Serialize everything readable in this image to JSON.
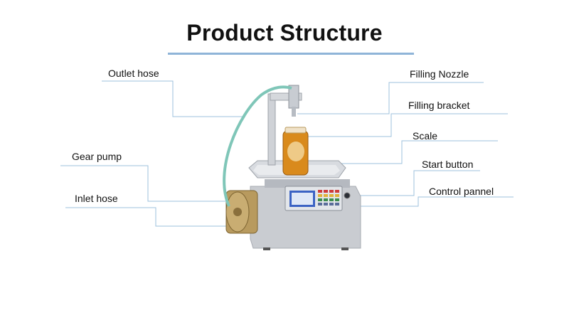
{
  "title": "Product Structure",
  "labels": {
    "outlet_hose": "Outlet hose",
    "gear_pump": "Gear pump",
    "inlet_hose": "Inlet hose",
    "filling_nozzle": "Filling Nozzle",
    "filling_bracket": "Filling bracket",
    "scale": "Scale",
    "start_button": "Start button",
    "control_panel": "Control pannel"
  },
  "colors": {
    "title_rule": "#8fb4d8",
    "leader_line": "#9cc0dc",
    "machine_body": "#c9ccd1",
    "brass": "#b89a5e",
    "hose": "#7fc6b8",
    "jar_honey": "#d98a1c",
    "display": "#3b63c4"
  }
}
